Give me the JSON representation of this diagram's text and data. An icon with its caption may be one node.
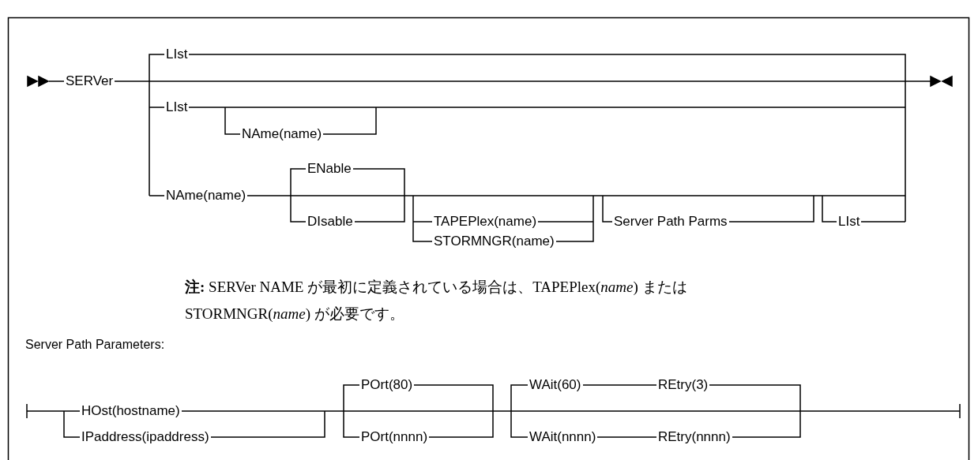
{
  "diagram": {
    "labels": [
      "SERVer",
      "LIst",
      "LIst",
      "NAme(name)",
      "NAme(name)",
      "ENable",
      "DIsable",
      "TAPEPlex(name)",
      "STORMNGR(name)",
      "Server Path Parms",
      "LIst",
      "**注:** SERVer NAME が最初に定義されている場合は、TAPEPlex(*name*) または STORMNGR(*name*) が必要です。",
      "Server Path Parameters:",
      "HOst(hostname)",
      "IPaddress(ipaddress)",
      "POrt(80)",
      "POrt(nnnn)",
      "WAit(60)",
      "REtry(3)",
      "WAit(nnnn)",
      "REtry(nnnn)"
    ]
  }
}
